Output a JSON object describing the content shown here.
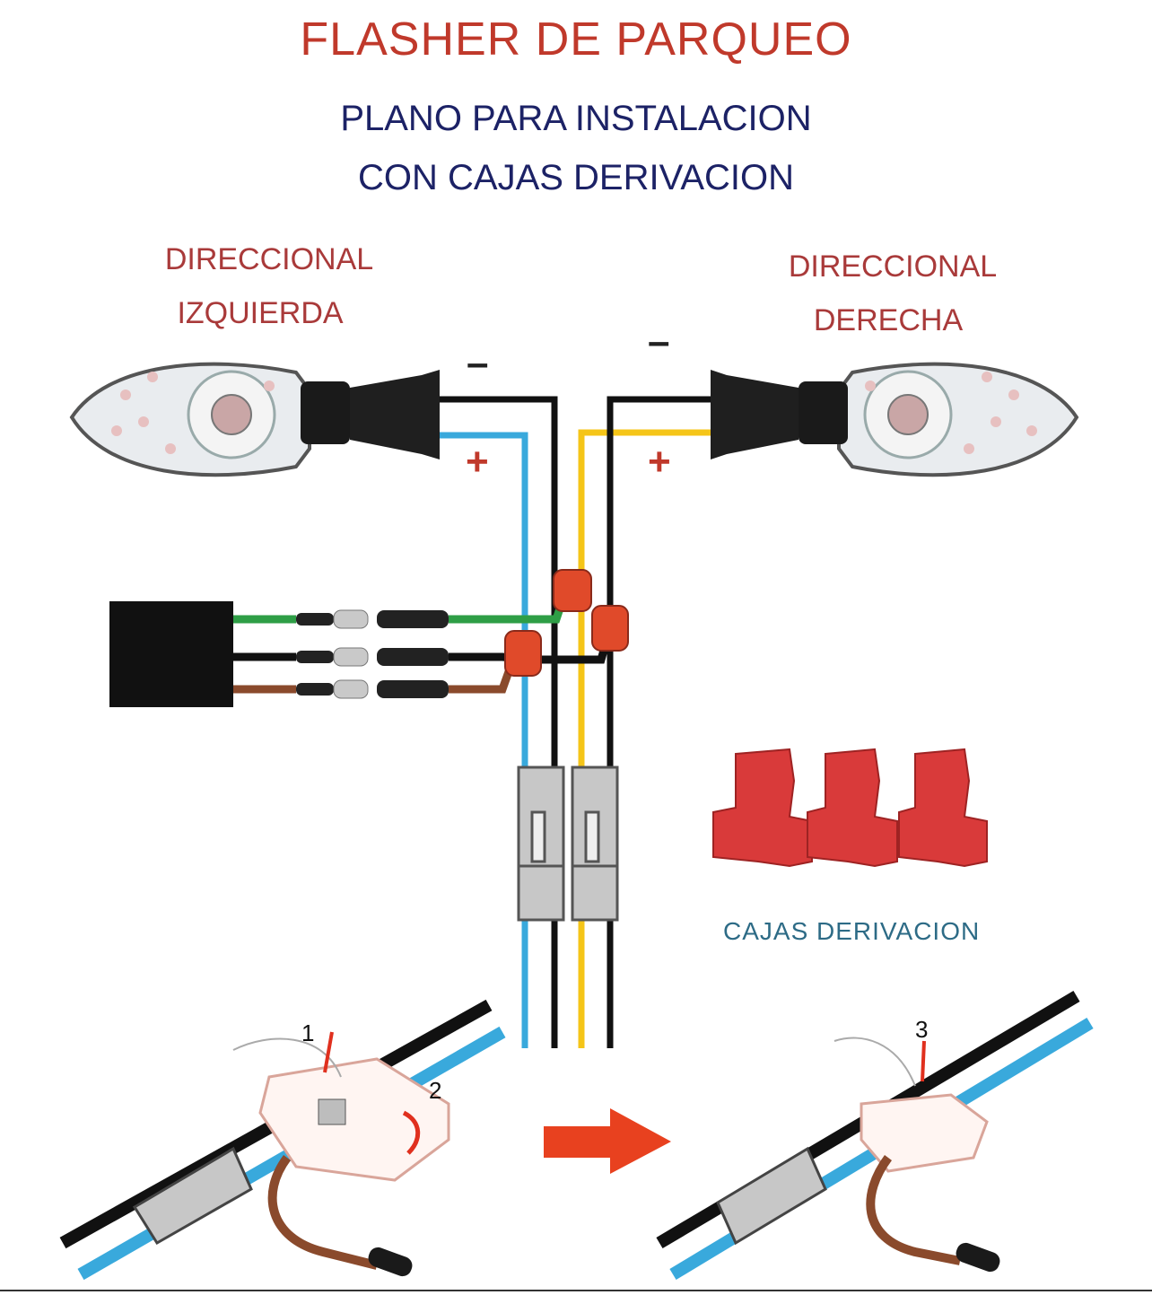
{
  "title": "FLASHER DE PARQUEO",
  "subtitle_line1": "PLANO PARA INSTALACION",
  "subtitle_line2": "CON CAJAS DERIVACION",
  "left_signal": {
    "line1": "DIRECCIONAL",
    "line2": "IZQUIERDA"
  },
  "right_signal": {
    "line1": "DIRECCIONAL",
    "line2": "DERECHA"
  },
  "polarity": {
    "negative": "–",
    "positive": "+"
  },
  "taps_label": "CAJAS DERIVACION",
  "steps": {
    "one": "1",
    "two": "2",
    "three": "3"
  },
  "colors": {
    "title": "#c0392b",
    "subtitle": "#1c2266",
    "wire_blue": "#39a9dc",
    "wire_yellow": "#f5c518",
    "wire_black": "#111111",
    "wire_green": "#2e9e46",
    "wire_brown": "#8a4a2c",
    "tap_red": "#d93a3a",
    "arrow": "#e8411f"
  }
}
